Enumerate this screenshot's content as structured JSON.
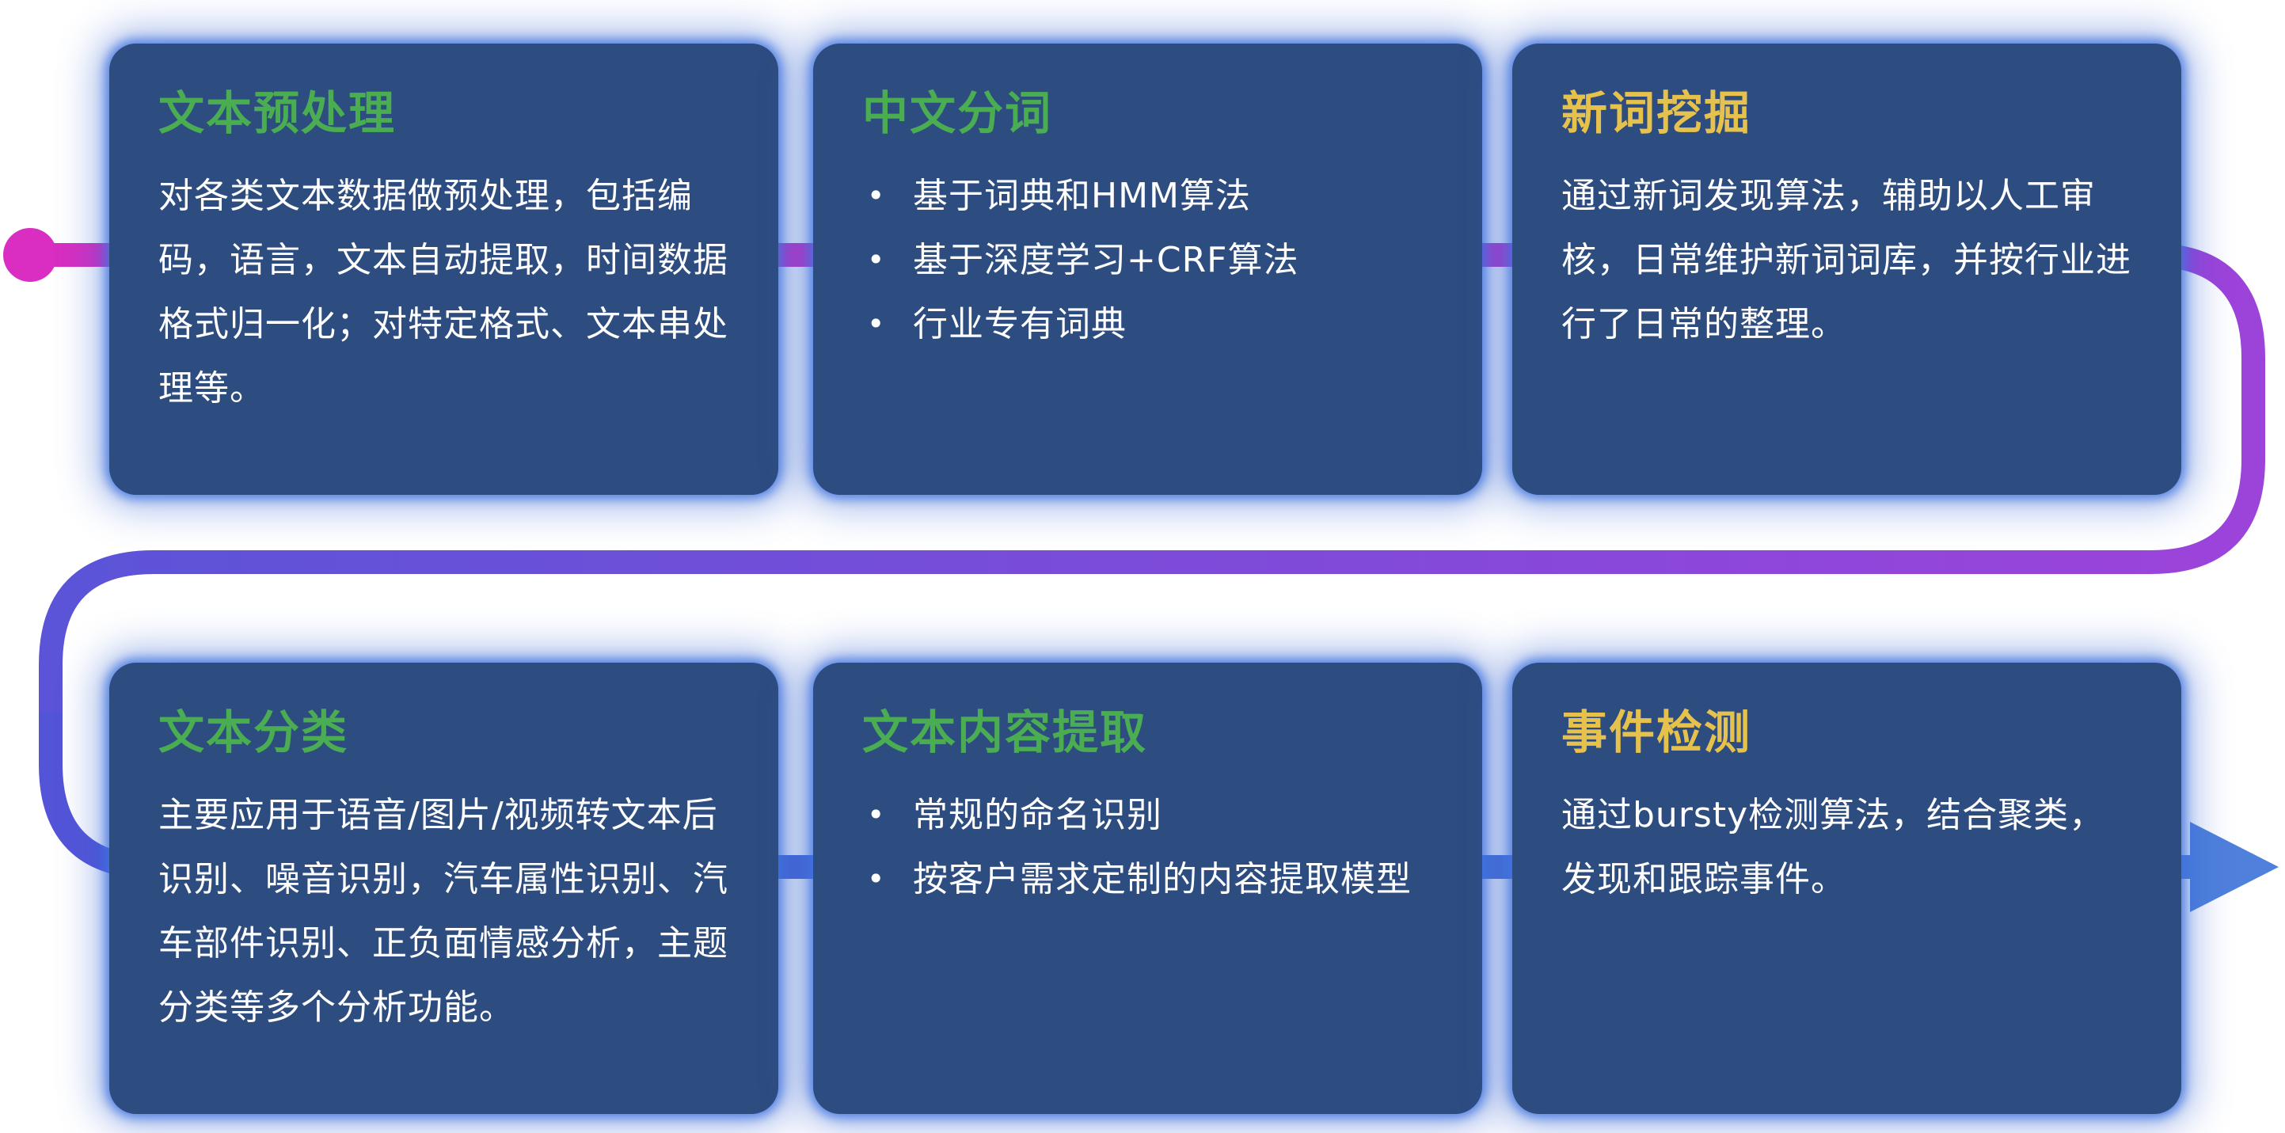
{
  "ui": {
    "bullet_char": "•"
  },
  "colors": {
    "page_bg": "#ffffff",
    "card_bg": "#2d4c80",
    "card_glow": "#3c6cd6",
    "title_green": "#4aad52",
    "title_yellow": "#e6c14c",
    "body_text": "#ffffff",
    "flow_start": "#d92ec1",
    "flow_mid": "#9c43da",
    "flow_end": "#4f80dc"
  },
  "flow": {
    "start_marker": "dot",
    "end_marker": "arrow-right"
  },
  "cards": [
    {
      "id": "text-preprocessing",
      "title": "文本预处理",
      "title_color": "green",
      "type": "paragraph",
      "body": "对各类文本数据做预处理，包括编码，语言，文本自动提取，时间数据格式归一化；对特定格式、文本串处理等。"
    },
    {
      "id": "chinese-word-segmentation",
      "title": "中文分词",
      "title_color": "green",
      "type": "bullets",
      "bullets": [
        "基于词典和HMM算法",
        "基于深度学习+CRF算法",
        "行业专有词典"
      ]
    },
    {
      "id": "new-word-mining",
      "title": "新词挖掘",
      "title_color": "yellow",
      "type": "paragraph",
      "body": "通过新词发现算法，辅助以人工审核，日常维护新词词库，并按行业进行了日常的整理。"
    },
    {
      "id": "text-classification",
      "title": "文本分类",
      "title_color": "green",
      "type": "paragraph",
      "body": "主要应用于语音/图片/视频转文本后识别、噪音识别，汽车属性识别、汽车部件识别、正负面情感分析，主题分类等多个分析功能。"
    },
    {
      "id": "text-content-extraction",
      "title": "文本内容提取",
      "title_color": "green",
      "type": "bullets",
      "bullets": [
        "常规的命名识别",
        "按客户需求定制的内容提取模型"
      ]
    },
    {
      "id": "event-detection",
      "title": "事件检测",
      "title_color": "yellow",
      "type": "paragraph",
      "body": "通过bursty检测算法，结合聚类，发现和跟踪事件。"
    }
  ]
}
